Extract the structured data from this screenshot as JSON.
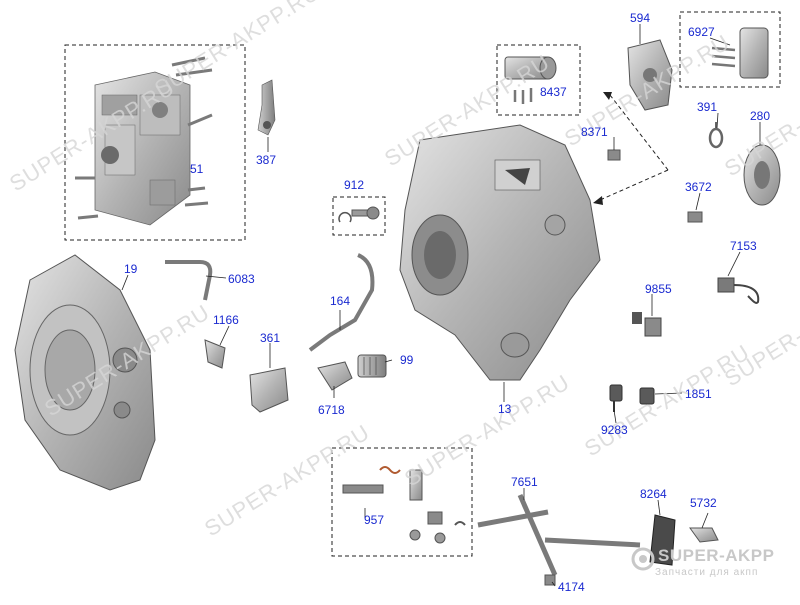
{
  "watermark": "SUPER-AKPP.RU",
  "logo": {
    "title": "SUPER-AKPP",
    "subtitle": "Запчасти для акпп"
  },
  "labels": {
    "l594": "594",
    "l6927": "6927",
    "l8437": "8437",
    "l391": "391",
    "l280": "280",
    "l8371": "8371",
    "l51": "51",
    "l387": "387",
    "l912": "912",
    "l3672": "3672",
    "l7153": "7153",
    "l19": "19",
    "l6083": "6083",
    "l164": "164",
    "l9855": "9855",
    "l1166": "1166",
    "l361": "361",
    "l99": "99",
    "l6718": "6718",
    "l13": "13",
    "l1851": "1851",
    "l9283": "9283",
    "l7651": "7651",
    "l8264": "8264",
    "l5732": "5732",
    "l957": "957",
    "l4174": "4174"
  },
  "colors": {
    "label": "#1a2ad0",
    "part": "#9a9a9a",
    "partDark": "#5a5a5a",
    "watermark": "#d6d6d6"
  }
}
